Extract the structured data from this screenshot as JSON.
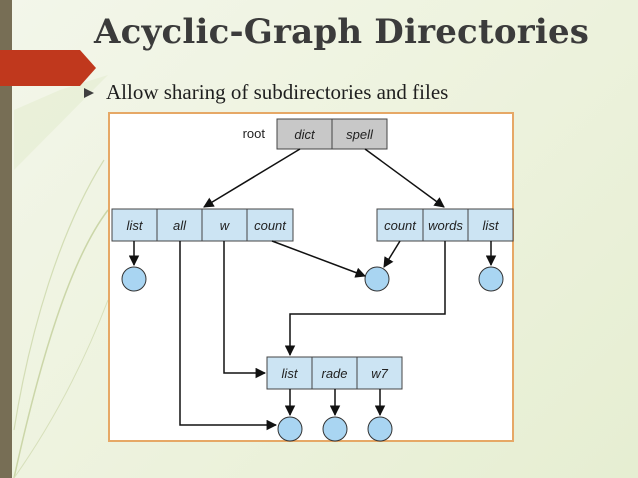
{
  "slide": {
    "title": "Acyclic-Graph Directories",
    "bullet": "Allow sharing of subdirectories and files"
  },
  "diagram": {
    "root": {
      "label": "root",
      "entries": [
        "dict",
        "spell"
      ]
    },
    "left_directory": {
      "entries": [
        "list",
        "all",
        "w",
        "count"
      ]
    },
    "right_directory": {
      "entries": [
        "count",
        "words",
        "list"
      ]
    },
    "shared_directory": {
      "entries": [
        "list",
        "rade",
        "w7"
      ]
    },
    "colors": {
      "root_cell": "#c8c8c8",
      "dir_cell": "#cce4f3",
      "file_node": "#a9d5f2",
      "frame": "#e6a866",
      "accent": "#c0381d"
    }
  }
}
